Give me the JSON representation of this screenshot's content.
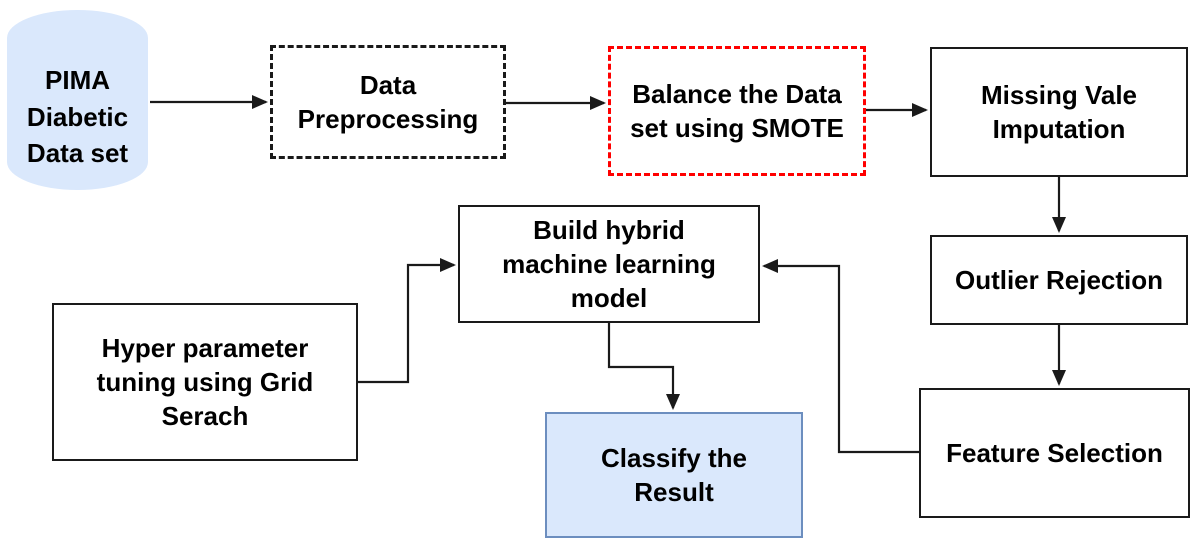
{
  "nodes": {
    "pima": {
      "label": "PIMA\nDiabetic\nData set"
    },
    "prep": {
      "label": "Data\nPreprocessing"
    },
    "smote": {
      "label": "Balance the Data\nset using SMOTE"
    },
    "missing": {
      "label": "Missing Vale\nImputation"
    },
    "outlier": {
      "label": "Outlier Rejection"
    },
    "feature": {
      "label": "Feature Selection"
    },
    "build": {
      "label": "Build hybrid\nmachine learning\nmodel"
    },
    "hyper": {
      "label": "Hyper parameter\ntuning using Grid\nSerach"
    },
    "classify": {
      "label": "Classify the\nResult"
    }
  },
  "colors": {
    "fill_blue": "#dae8fc",
    "border_blue": "#6c8ebf",
    "dash_black": "#1a1a1a",
    "dash_red": "#ff0000",
    "solid_black": "#1a1a1a",
    "line": "#1a1a1a",
    "text": "#000000"
  }
}
